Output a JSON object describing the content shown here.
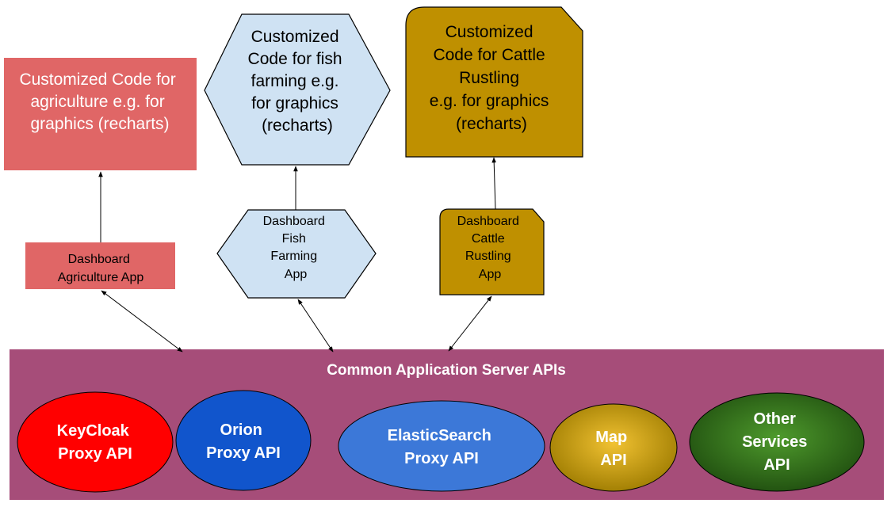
{
  "colors": {
    "agriculture": "#e06666",
    "fish": "#cfe2f3",
    "cattle": "#bf9000",
    "server": "#a64d79",
    "keycloak": "#ff0000",
    "orion": "#1155cc",
    "elastic": "#3c78d8",
    "map": "#c9a000",
    "other": "#38761d"
  },
  "top": {
    "agriculture": [
      "Customized Code for",
      "agriculture e.g. for",
      "graphics (recharts)"
    ],
    "fish": [
      "Customized",
      "Code for fish",
      "farming e.g.",
      "for graphics",
      "(recharts)"
    ],
    "cattle": [
      "Customized",
      "Code for Cattle",
      "Rustling",
      "e.g. for graphics",
      "(recharts)"
    ]
  },
  "apps": {
    "agriculture": [
      "Dashboard",
      "Agriculture App"
    ],
    "fish": [
      "Dashboard",
      "Fish",
      "Farming",
      "App"
    ],
    "cattle": [
      "Dashboard",
      "Cattle",
      "Rustling",
      "App"
    ]
  },
  "server": {
    "title": "Common Application Server APIs",
    "apis": {
      "keycloak": [
        "KeyCloak",
        "Proxy API"
      ],
      "orion": [
        "Orion",
        "Proxy API"
      ],
      "elastic": [
        "ElasticSearch",
        "Proxy API"
      ],
      "map": [
        "Map",
        "API"
      ],
      "other": [
        "Other",
        "Services",
        "API"
      ]
    }
  }
}
